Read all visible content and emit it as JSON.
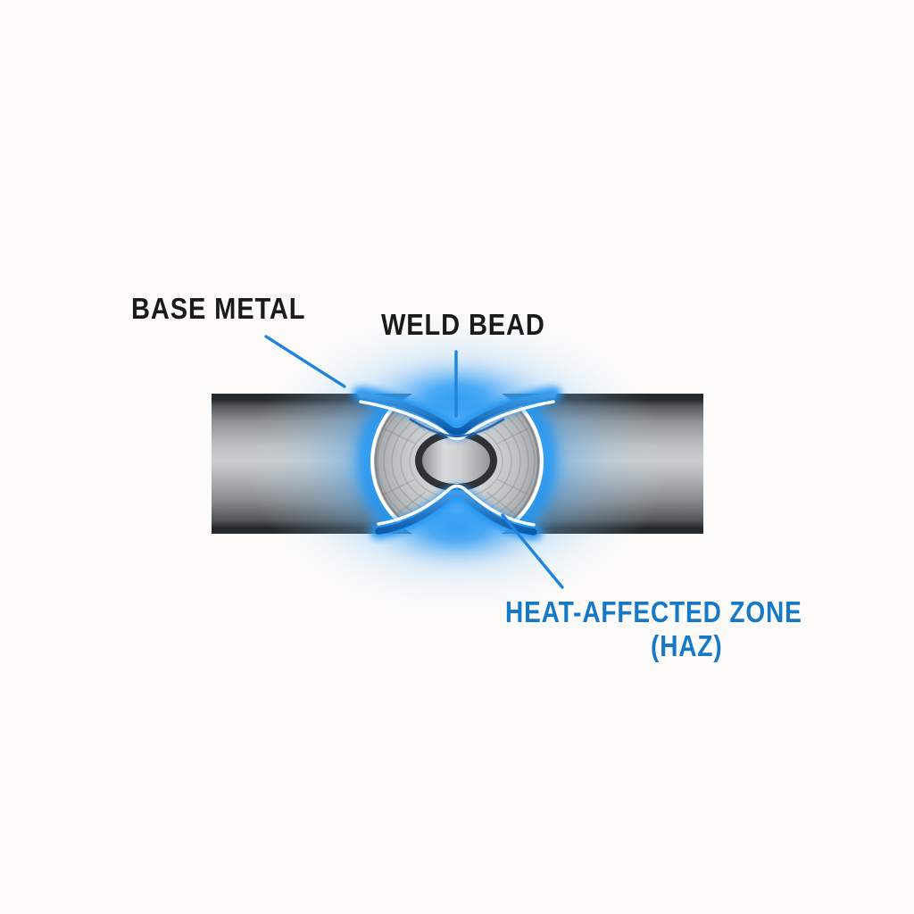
{
  "colors": {
    "background": "#fcfbfa",
    "accent_blue": "#1e84e0",
    "glow_blue": "#2196f3",
    "deep_blue": "#0c5aa8",
    "label_black": "#1a1a1a",
    "label_blue": "#1678c8",
    "metal_dark": "#26292c"
  },
  "labels": {
    "base_metal": "BASE METAL",
    "weld_bead": "WELD BEAD",
    "haz_line1": "HEAT-AFFECTED ZONE",
    "haz_line2": "(HAZ)"
  }
}
